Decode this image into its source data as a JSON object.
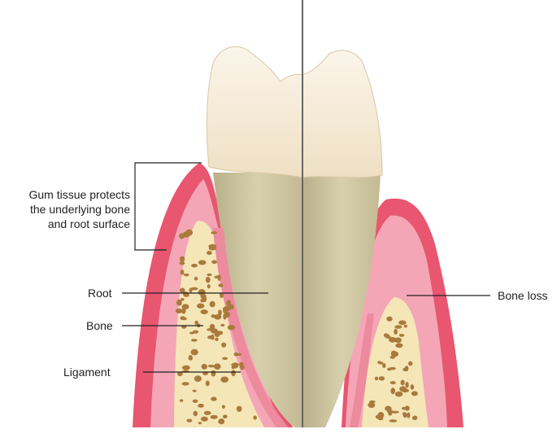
{
  "labels": {
    "gum_line1": "Gum tissue protects",
    "gum_line2": "the underlying bone",
    "gum_line3": "and root surface",
    "root": "Root",
    "bone": "Bone",
    "ligament": "Ligament",
    "bone_loss": "Bone loss"
  },
  "colors": {
    "gum": "#e8566f",
    "gum_inner": "#f4a6b6",
    "bone": "#f5e6b8",
    "pore": "#a97a3c",
    "root": "#cfc6a0",
    "crown": "#f6ecd9",
    "ligament": "#ec8a9e"
  }
}
